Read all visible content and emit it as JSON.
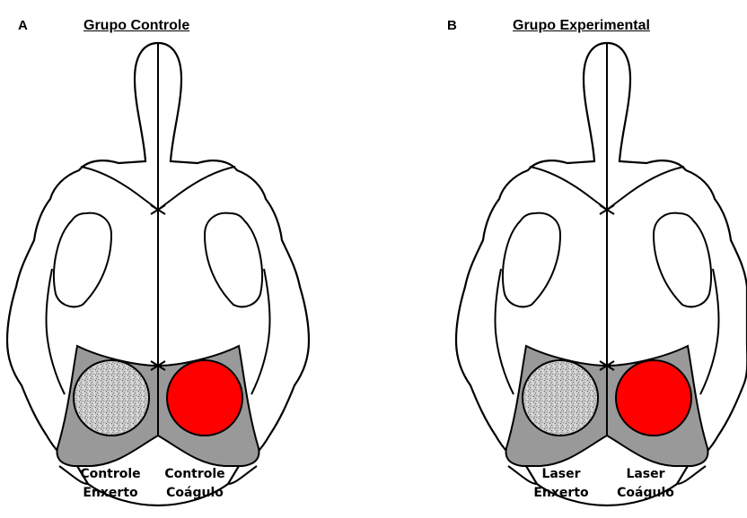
{
  "panels": [
    {
      "letter": "A",
      "title": "Grupo Controle",
      "left_defect": {
        "line1": "Controle",
        "line2": "Enxerto",
        "fill": "graft-texture"
      },
      "right_defect": {
        "line1": "Controle",
        "line2": "Coágulo",
        "fill": "#ff0000"
      }
    },
    {
      "letter": "B",
      "title": "Grupo Experimental",
      "left_defect": {
        "line1": "Laser",
        "line2": "Enxerto",
        "fill": "graft-texture"
      },
      "right_defect": {
        "line1": "Laser",
        "line2": "Coágulo",
        "fill": "#ff0000"
      }
    }
  ],
  "colors": {
    "outline": "#000000",
    "parietal_region": "#999999",
    "clot": "#ff0000",
    "graft": "#c8c8c8"
  }
}
